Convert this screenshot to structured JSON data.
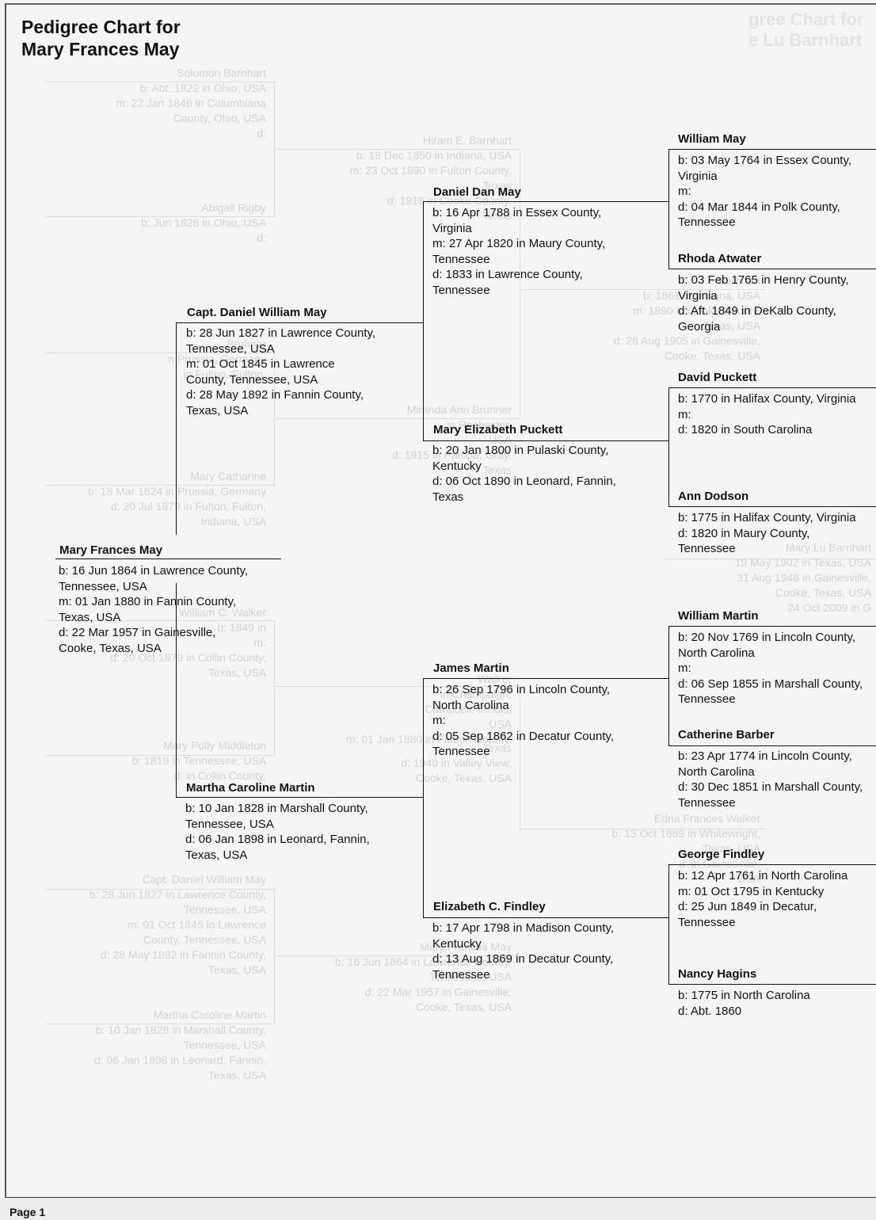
{
  "title": {
    "line1": "Pedigree Chart for",
    "line2": "Mary Frances May"
  },
  "persons": {
    "p1": {
      "name": "Mary Frances May",
      "lines": [
        "b: 16 Jun 1864 in Lawrence County,",
        "Tennessee, USA",
        "m: 01 Jan 1880 in Fannin County,",
        "Texas, USA",
        "d: 22 Mar 1957 in Gainesville,",
        "Cooke, Texas, USA"
      ]
    },
    "p2": {
      "name": "Capt. Daniel William May",
      "lines": [
        "b: 28 Jun 1827 in Lawrence County,",
        "Tennessee, USA",
        "m: 01 Oct 1845 in Lawrence",
        "County, Tennessee, USA",
        "d: 28 May 1892 in Fannin County,",
        "Texas, USA"
      ]
    },
    "p3": {
      "name": "Martha Caroline Martin",
      "lines": [
        "b: 10 Jan 1828 in Marshall County,",
        "Tennessee, USA",
        "d: 06 Jan 1898 in Leonard, Fannin,",
        "Texas, USA"
      ]
    },
    "p4": {
      "name": "Daniel Dan May",
      "lines": [
        "b: 16 Apr 1788 in Essex County,",
        "Virginia",
        "m: 27 Apr 1820 in Maury County,",
        "Tennessee",
        "d: 1833 in Lawrence County,",
        "Tennessee"
      ]
    },
    "p5": {
      "name": "Mary Elizabeth Puckett",
      "lines": [
        "b: 20 Jan 1800 in Pulaski County,",
        "Kentucky",
        "d: 06 Oct 1890 in Leonard, Fannin,",
        "Texas"
      ]
    },
    "p6": {
      "name": "James Martin",
      "lines": [
        "b: 26 Sep 1796 in Lincoln County,",
        "North Carolina",
        "m:",
        "d: 05 Sep 1862 in Decatur County,",
        "Tennessee"
      ]
    },
    "p7": {
      "name": "Elizabeth C. Findley",
      "lines": [
        "b: 17 Apr 1798 in Madison County,",
        "Kentucky",
        "d: 13 Aug 1869 in Decatur County,",
        "Tennessee"
      ]
    },
    "p8": {
      "name": "William May",
      "lines": [
        "b: 03 May 1764 in Essex County,",
        "Virginia",
        "m:",
        "d: 04 Mar 1844 in Polk County,",
        "Tennessee"
      ]
    },
    "p9": {
      "name": "Rhoda Atwater",
      "lines": [
        "b: 03 Feb 1765 in Henry County,",
        "Virginia",
        "d: Aft. 1849 in DeKalb County,",
        "Georgia"
      ]
    },
    "p10": {
      "name": "David Puckett",
      "lines": [
        "b: 1770 in Halifax County, Virginia",
        "m:",
        "d: 1820 in South Carolina"
      ]
    },
    "p11": {
      "name": "Ann Dodson",
      "lines": [
        "b: 1775 in Halifax County, Virginia",
        "d: 1820 in Maury County,",
        "Tennessee"
      ]
    },
    "p12": {
      "name": "William Martin",
      "lines": [
        "b: 20 Nov 1769 in Lincoln County,",
        "North Carolina",
        "m:",
        "d: 06 Sep 1855 in Marshall County,",
        "Tennessee"
      ]
    },
    "p13": {
      "name": "Catherine Barber",
      "lines": [
        "b: 23 Apr 1774 in Lincoln County,",
        "North Carolina",
        "d: 30 Dec 1851 in Marshall County,",
        "Tennessee"
      ]
    },
    "p14": {
      "name": "George Findley",
      "lines": [
        "b: 12 Apr 1761 in North Carolina",
        "m: 01 Oct 1795 in Kentucky",
        "d: 25 Jun 1849 in Decatur,",
        "Tennessee"
      ]
    },
    "p15": {
      "name": "Nancy Hagins",
      "lines": [
        "b: 1775 in North Carolina",
        "d: Abt. 1860"
      ]
    }
  },
  "ghost": {
    "title": [
      "gree Chart for",
      "e Lu Barnhart"
    ],
    "blocks": [
      {
        "id": "g1",
        "lines": [
          "Solomon Barnhart",
          "b: Abt. 1822 in Ohio, USA",
          "m: 22 Jan 1846 in Columbiana",
          "County, Ohio, USA",
          "d:"
        ]
      },
      {
        "id": "g2",
        "lines": [
          "Abigail Rigby",
          "b: Jun 1828 in Ohio, USA",
          "d:"
        ]
      },
      {
        "id": "g3",
        "lines": [
          "Hiram E. Barnhart",
          "b: 18 Dec 1850 in Indiana, USA",
          "m: 23 Oct 1890 in Fulton County,",
          "Texas",
          "d: 1918 in Cooke County,",
          "Texas"
        ]
      },
      {
        "id": "g4",
        "lines": [
          "Barnhart",
          "b: 1861 in Indiana, USA",
          "m: 1890 in Cooke County,",
          "Texas, USA",
          "d: 28 Aug 1905 in Gainesville,",
          "Cooke, Texas, USA"
        ]
      },
      {
        "id": "g5",
        "lines": [
          "Brunner",
          "n Prussia, Germany",
          "in Fulton, Fulton,"
        ]
      },
      {
        "id": "g6",
        "lines": [
          "Miranda Ann Brunner",
          "in Rochester,",
          "USA",
          "d: 1915 in Pampa, Gray,",
          "Texas"
        ]
      },
      {
        "id": "g7",
        "lines": [
          "Mary Catharine",
          "b: 18 Mar 1824 in Prussia, Germany",
          "d: 20 Jul 1879 in Fulton, Fulton,",
          "Indiana, USA"
        ]
      },
      {
        "id": "g8",
        "lines": [
          "Mary Lu Barnhart",
          "19 May 1902 in Texas, USA",
          "31 Aug 1948 in Gainesville,",
          "Cooke, Texas, USA",
          "24 Oct 2009 in G"
        ]
      },
      {
        "id": "g9",
        "lines": [
          "William C. Walker",
          "b: 1849 in",
          "m:",
          "d: 20 Oct 1879 in Collin County,",
          "Texas, USA"
        ]
      },
      {
        "id": "g10",
        "lines": [
          "Walker",
          "in Champaign,",
          "Campbell, Illinois,",
          "USA",
          "m: 01 Jan 1880 in Fannin County,"
        ]
      },
      {
        "id": "g11",
        "lines": [
          "Mary Polly Middleton",
          "b: 1819 in Tennessee, USA",
          "d: in Collin County,"
        ]
      },
      {
        "id": "g12",
        "lines": [
          "Texas",
          "d: 1940 in Valley View,",
          "Cooke, Texas, USA"
        ]
      },
      {
        "id": "g13",
        "lines": [
          "Edna Frances Walker",
          "b: 13 Oct 1889 in Whitewright,",
          "Texas, USA",
          "d: in Gainesville,",
          "USA"
        ]
      },
      {
        "id": "g14",
        "lines": [
          "Capt. Daniel William May",
          "b: 28 Jun 1827 in Lawrence County,",
          "Tennessee, USA",
          "m: 01 Oct 1845 in Lawrence",
          "County, Tennessee, USA",
          "d: 28 May 1892 in Fannin County,",
          "Texas, USA"
        ]
      },
      {
        "id": "g15",
        "lines": [
          "Mary Frances May",
          "b: 16 Jun 1864 in Lawrence County,",
          "Tennessee, USA",
          "d: 22 Mar 1957 in Gainesville,",
          "Cooke, Texas, USA"
        ]
      },
      {
        "id": "g16",
        "lines": [
          "Martha Caroline Martin",
          "b: 10 Jan 1828 in Marshall County,",
          "Tennessee, USA",
          "d: 06 Jan 1898 in Leonard, Fannin,",
          "Texas, USA"
        ]
      }
    ]
  },
  "footer": {
    "page": "Page 1"
  }
}
